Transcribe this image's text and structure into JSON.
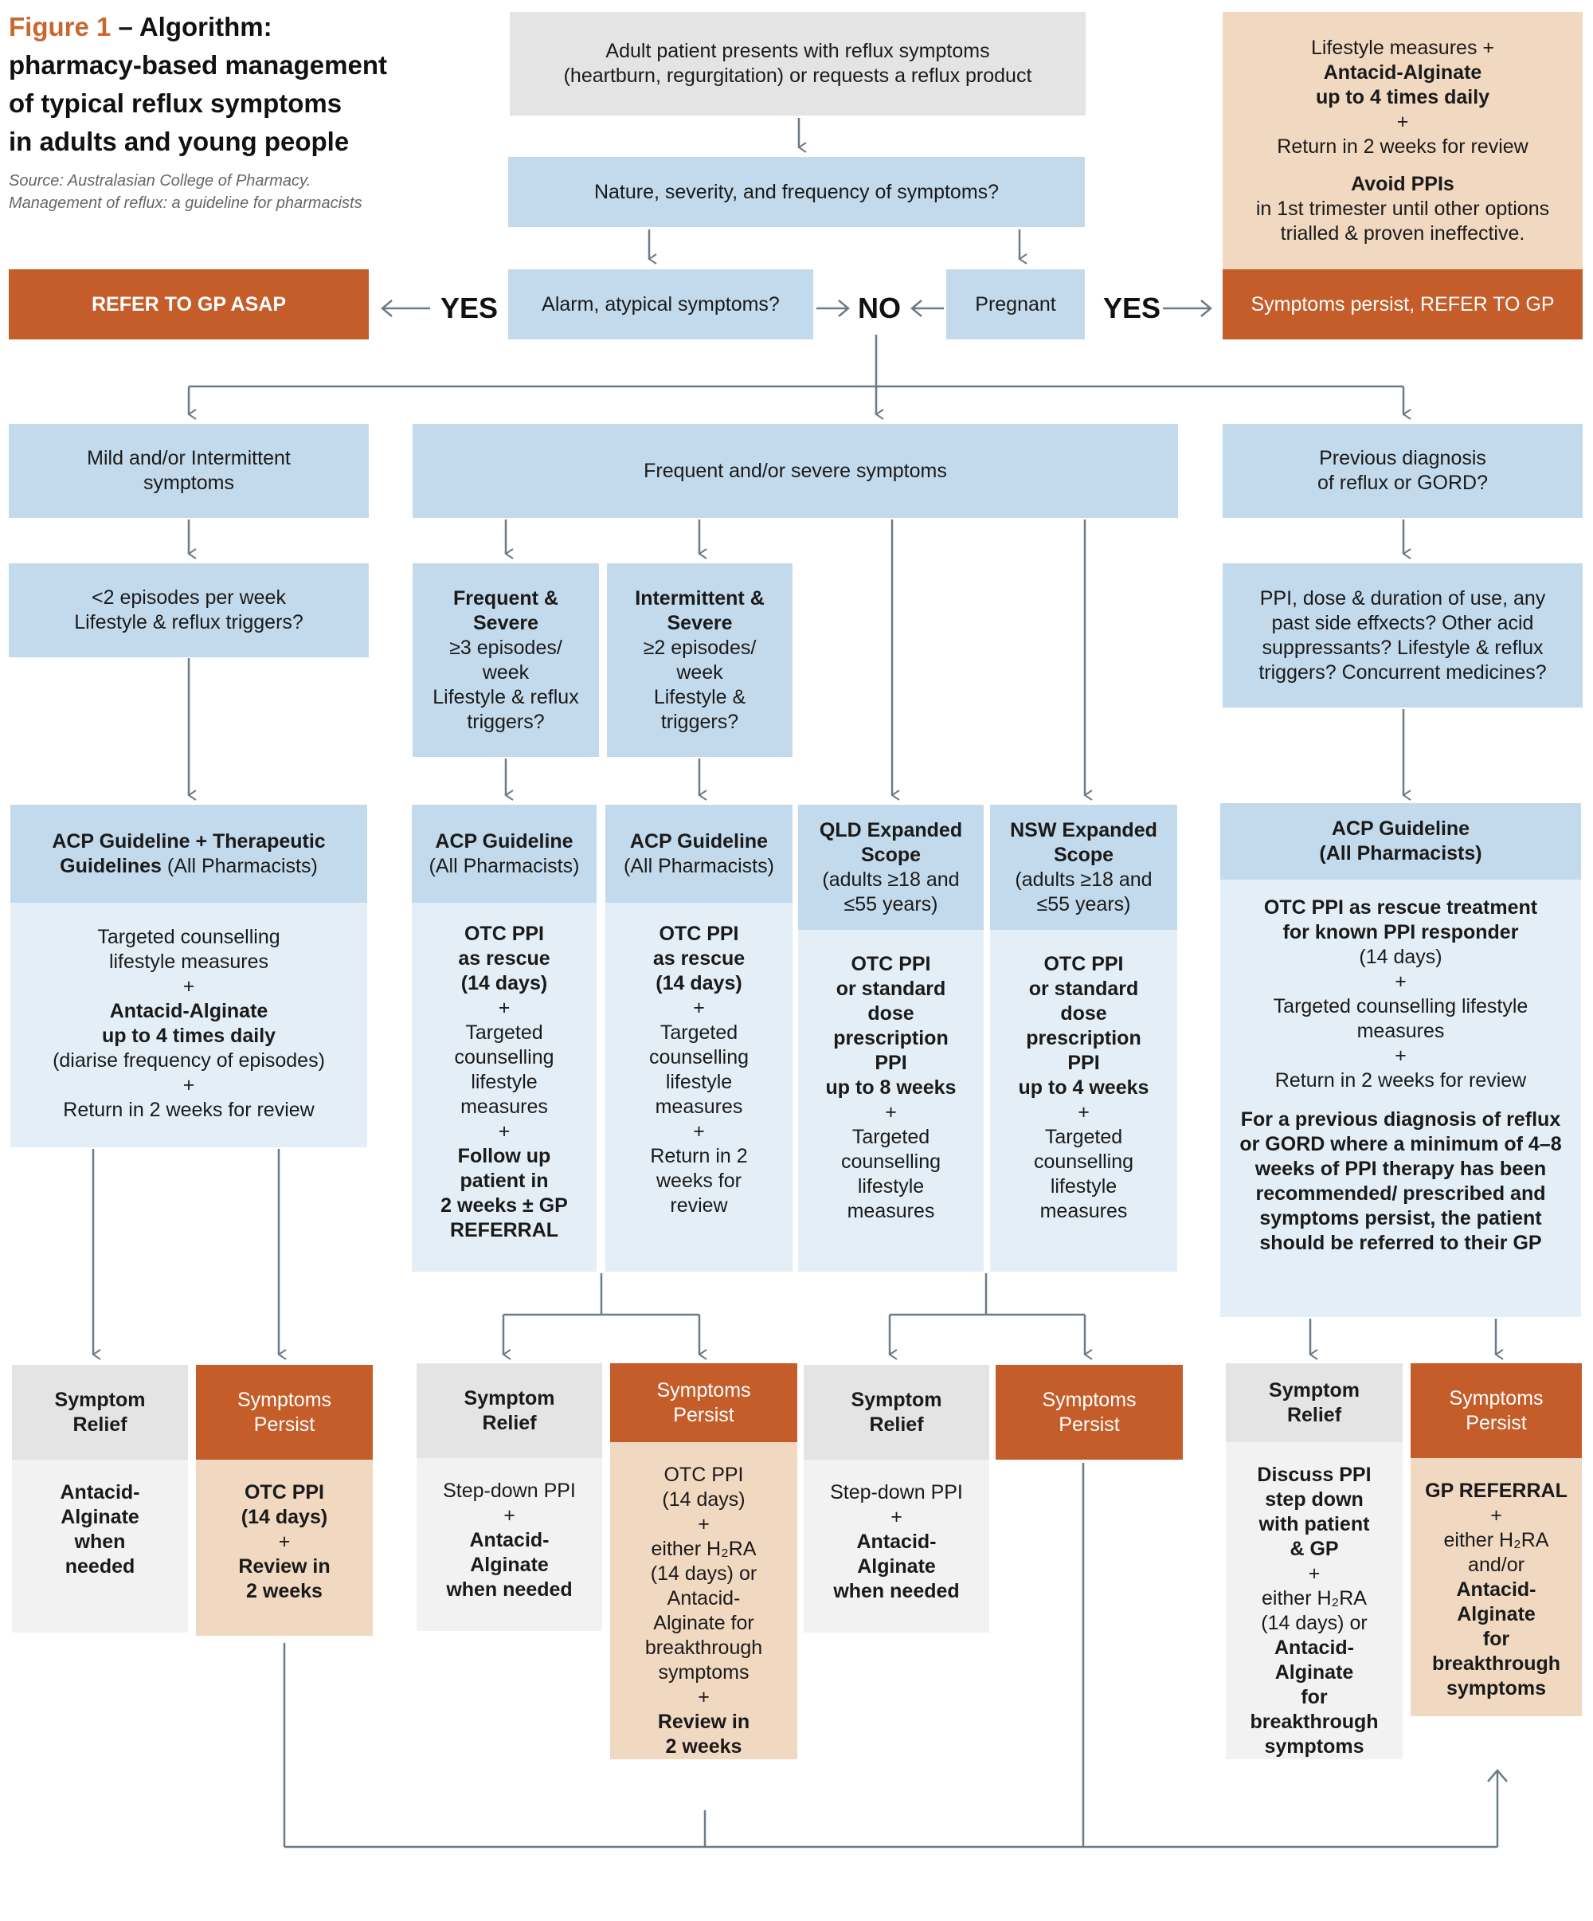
{
  "title": {
    "figure_label": "Figure 1",
    "title_rest_line1": " – Algorithm:",
    "line2": "pharmacy-based management",
    "line3": "of typical reflux symptoms",
    "line4": "in adults and young people"
  },
  "source": {
    "line1": "Source: Australasian College of Pharmacy.",
    "line2": "Management of reflux: a guideline for pharmacists"
  },
  "colors": {
    "accent_orange": "#c45d2a",
    "peach": "#f1d8c1",
    "blue": "#c3daec",
    "light_blue": "#e3eef6",
    "grey": "#e4e4e4",
    "light_grey": "#f2f2f2",
    "connector": "#6b7b88"
  },
  "top": {
    "start_line1": "Adult patient presents with reflux symptoms",
    "start_line2": "(heartburn, regurgitation) or requests a reflux product",
    "nature": "Nature, severity, and frequency of symptoms?",
    "alarm": "Alarm, atypical symptoms?",
    "pregnant": "Pregnant",
    "refer_asap": "REFER TO GP ASAP",
    "yes_left": "YES",
    "no": "NO",
    "yes_right": "YES"
  },
  "pregnancy": {
    "l1": "Lifestyle measures +",
    "l2": "Antacid-Alginate",
    "l3": "up to 4 times daily",
    "l4": "+",
    "l5": "Return in 2 weeks for review",
    "l6": "Avoid PPIs",
    "l7": "in 1st trimester  until other options",
    "l8": "trialled & proven ineffective.",
    "persist": "Symptoms persist, REFER TO GP"
  },
  "branches": {
    "mild": {
      "l1": "Mild and/or Intermittent",
      "l2": "symptoms"
    },
    "frequent": "Frequent and/or severe symptoms",
    "previous": {
      "l1": "Previous diagnosis",
      "l2": "of reflux or GORD?"
    }
  },
  "assess": {
    "mild": {
      "l1": "<2 episodes per week",
      "l2": "Lifestyle & reflux triggers?"
    },
    "freq_sev": {
      "l1": "Frequent &",
      "l2": "Severe",
      "l3": "≥3 episodes/",
      "l4": "week",
      "l5": "Lifestyle & reflux",
      "l6": "triggers?"
    },
    "int_sev": {
      "l1": "Intermittent &",
      "l2": "Severe",
      "l3": "≥2 episodes/",
      "l4": "week",
      "l5": "Lifestyle &",
      "l6": "triggers?"
    },
    "prev": {
      "l1": "PPI, dose & duration of use, any",
      "l2": "past side effxects? Other acid",
      "l3": "suppressants? Lifestyle & reflux",
      "l4": "triggers? Concurrent medicines?"
    }
  },
  "guidelines": {
    "acp_tg": {
      "head_l1": "ACP Guideline + Therapeutic",
      "head_l2_bold": "Guidelines",
      "head_l2_rest": " (All Pharmacists)",
      "body": [
        "Targeted counselling",
        "lifestyle measures",
        "+",
        "Antacid-Alginate",
        "up to 4 times daily",
        "(diarise frequency of episodes)",
        "+",
        "Return in 2 weeks for review"
      ]
    },
    "acp1": {
      "head_l1": "ACP Guideline",
      "head_l2": "(All Pharmacists)",
      "body": [
        "OTC PPI",
        "as rescue",
        "(14 days)",
        "+",
        "Targeted",
        "counselling",
        "lifestyle",
        "measures",
        "+",
        "Follow up",
        "patient in",
        "2 weeks ± GP",
        "REFERRAL"
      ]
    },
    "acp2": {
      "head_l1": "ACP Guideline",
      "head_l2": "(All Pharmacists)",
      "body": [
        "OTC PPI",
        "as rescue",
        "(14 days)",
        "+",
        "Targeted",
        "counselling",
        "lifestyle",
        "measures",
        "+",
        "Return in 2",
        "weeks for",
        "review"
      ]
    },
    "qld": {
      "head_l1": "QLD Expanded",
      "head_l2": "Scope",
      "head_l3": "(adults ≥18 and",
      "head_l4": "≤55 years)",
      "body": [
        "OTC PPI",
        "or standard",
        "dose",
        "prescription",
        "PPI",
        "up to 8 weeks",
        "+",
        "Targeted",
        "counselling",
        "lifestyle",
        "measures"
      ]
    },
    "nsw": {
      "head_l1": "NSW Expanded",
      "head_l2": "Scope",
      "head_l3": "(adults ≥18 and",
      "head_l4": "≤55 years)",
      "body": [
        "OTC PPI",
        "or standard",
        "dose",
        "prescription",
        "PPI",
        "up to 4 weeks",
        "+",
        "Targeted",
        "counselling",
        "lifestyle",
        "measures"
      ]
    },
    "acp_prev": {
      "head_l1": "ACP Guideline",
      "head_l2": "(All Pharmacists)",
      "body": [
        "OTC PPI as rescue treatment",
        "for known PPI responder",
        "(14 days)",
        "+",
        "Targeted counselling lifestyle",
        "measures",
        "+",
        "Return in 2 weeks for review"
      ],
      "note": [
        "For a previous diagnosis of reflux",
        "or GORD where a minimum of 4–8",
        "weeks of PPI therapy has been",
        "recommended/ prescribed and",
        "symptoms persist, the patient",
        "should be referred to their GP"
      ]
    }
  },
  "outcomes": {
    "relief_label_l1": "Symptom",
    "relief_label_l2": "Relief",
    "persist_label_l1": "Symptoms",
    "persist_label_l2": "Persist",
    "o1_relief": [
      "Antacid-",
      "Alginate",
      "when",
      "needed"
    ],
    "o1_persist": [
      "OTC PPI",
      "(14 days)",
      "+",
      "Review in",
      "2 weeks"
    ],
    "o2_relief": [
      "Step-down PPI",
      "+",
      "Antacid-",
      "Alginate",
      "when needed"
    ],
    "o2_persist": [
      "OTC PPI",
      "(14 days)",
      "+",
      "either H₂RA",
      "(14 days) or",
      "Antacid-",
      "Alginate for",
      "breakthrough",
      "symptoms",
      "+",
      "Review in",
      "2 weeks"
    ],
    "o3_relief": [
      "Step-down PPI",
      "+",
      "Antacid-",
      "Alginate",
      "when needed"
    ],
    "o4_relief": [
      "Discuss PPI",
      "step down",
      "with patient",
      "& GP",
      "+",
      "either H₂RA",
      "(14 days) or",
      "Antacid-",
      "Alginate",
      "for",
      "breakthrough",
      "symptoms"
    ],
    "o4_persist": [
      "GP REFERRAL",
      "+",
      "either H₂RA",
      "and/or",
      "Antacid-",
      "Alginate",
      "for",
      "breakthrough",
      "symptoms"
    ]
  }
}
